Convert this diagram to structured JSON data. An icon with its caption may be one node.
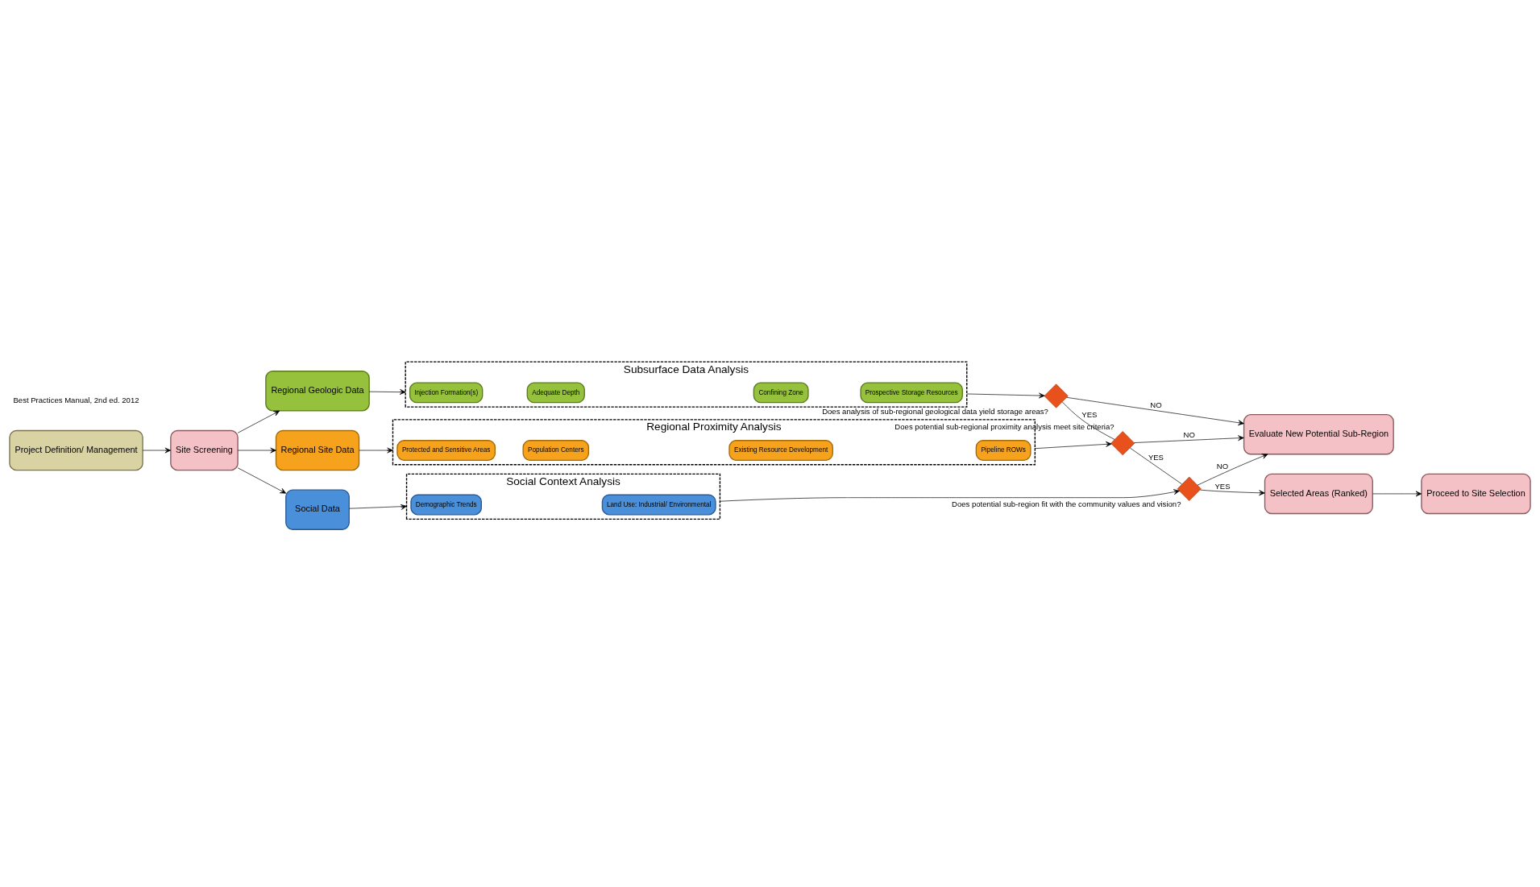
{
  "diagram": {
    "nodes": [
      {
        "text": [
          "Site Screening"
        ]
      },
      {
        "text": [
          "Project Definition/ Management"
        ]
      },
      {
        "text": [
          "Regional Geologic Data"
        ]
      },
      {
        "text": [
          "Regional Site Data"
        ]
      },
      {
        "text": [
          "Social Data"
        ]
      },
      {
        "text": [
          "Subsurface Data Analysis"
        ]
      },
      {
        "text": [
          "Injection Formation(s)"
        ],
        "in": 5
      },
      {
        "text": [
          "Adequate Depth"
        ],
        "in": 5
      },
      {
        "text": [
          "Confining Zone"
        ],
        "in": 5
      },
      {
        "text": [
          "Prospective Storage Resources"
        ],
        "in": 5
      },
      {
        "text": [
          "Regional Proximity Analysis"
        ]
      },
      {
        "text": [
          "Protected and Sensitive Areas"
        ],
        "in": 10
      },
      {
        "text": [
          "Population Centers"
        ],
        "in": 10
      },
      {
        "text": [
          "Existing Resource Development"
        ],
        "in": 10
      },
      {
        "text": [
          "Pipeline ROWs"
        ],
        "in": 10
      },
      {
        "text": [
          "Social Context Analysis"
        ]
      },
      {
        "text": [
          "Demographic Trends"
        ],
        "in": 15
      },
      {
        "text": [
          "Land Use: Industrial/ Environmental"
        ],
        "in": 15
      },
      {
        "text": [],
        "shape": "diamond",
        "beside": [
          "Does analysis of sub-regional geological data yield storage areas?"
        ]
      },
      {
        "text": [],
        "shape": "diamond",
        "beside": [
          "Does potential sub-regional proximity analysis meet site criteria?"
        ]
      },
      {
        "text": [],
        "shape": "diamond",
        "beside": [
          "Does potential sub-region fit with the community values and vision?"
        ]
      },
      {
        "text": [
          "Evaluate New Potential Sub-Region"
        ]
      },
      {
        "text": [
          "Selected Areas (Ranked)"
        ]
      },
      {
        "text": [
          "Proceed to Site Selection"
        ]
      }
    ],
    "edges": [
      {
        "from": 1,
        "to": 0,
        "arrow": "to"
      },
      {
        "from": 0,
        "to": 2,
        "arrow": "to"
      },
      {
        "from": 0,
        "to": 3,
        "arrow": "to"
      },
      {
        "from": 0,
        "to": 4,
        "arrow": "to"
      },
      {
        "from": 2,
        "to": 5,
        "arrow": "to"
      },
      {
        "from": 3,
        "to": 10,
        "arrow": "to"
      },
      {
        "from": 4,
        "to": 15,
        "arrow": "to"
      },
      {
        "from": 5,
        "to": 18,
        "arrow": "to"
      },
      {
        "from": 10,
        "to": 19,
        "arrow": "to"
      },
      {
        "from": 15,
        "to": 20,
        "arrow": "to"
      },
      {
        "from": 18,
        "to": 21,
        "arrow": "to",
        "label": "NO"
      },
      {
        "from": 18,
        "to": 19,
        "arrow": "none",
        "label": "YES"
      },
      {
        "from": 19,
        "to": 21,
        "arrow": "to",
        "label": "NO"
      },
      {
        "from": 19,
        "to": 20,
        "arrow": "none",
        "label": "YES"
      },
      {
        "from": 20,
        "to": 21,
        "arrow": "to",
        "label": "NO"
      },
      {
        "from": 20,
        "to": 22,
        "arrow": "to",
        "label": "YES"
      },
      {
        "from": 22,
        "to": 23,
        "arrow": "to"
      }
    ],
    "labels": [
      "Best Practices Manual, 2nd ed. 2012"
    ]
  }
}
